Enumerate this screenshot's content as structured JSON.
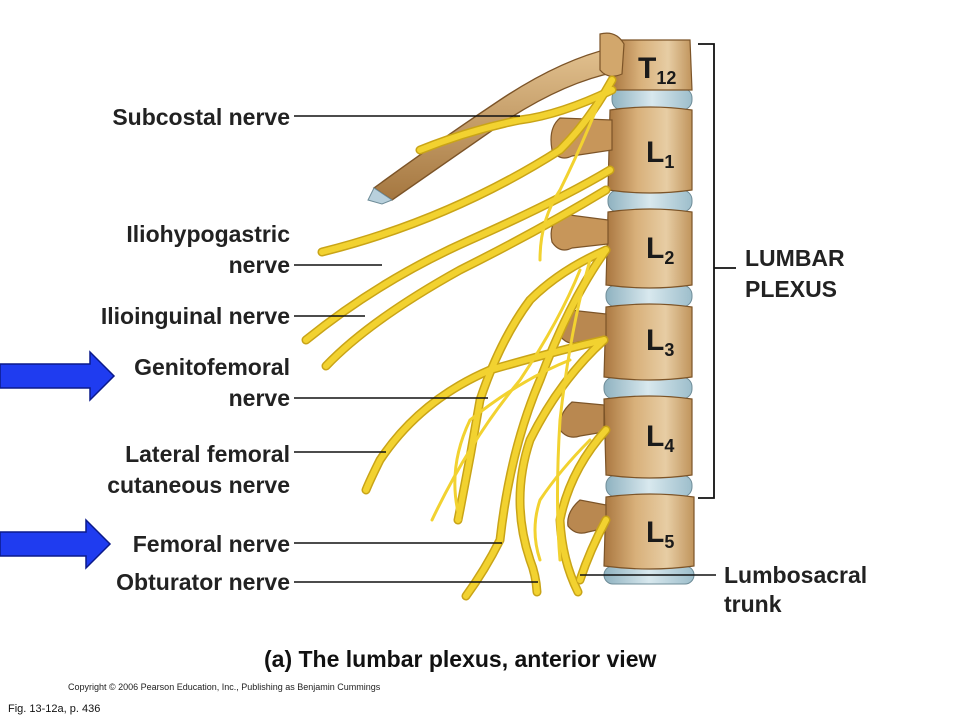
{
  "diagram": {
    "nerve_labels": {
      "subcostal": "Subcostal nerve",
      "iliohypogastric_1": "Iliohypogastric",
      "iliohypogastric_2": "nerve",
      "ilioinguinal": "Ilioinguinal nerve",
      "genitofemoral_1": "Genitofemoral",
      "genitofemoral_2": "nerve",
      "lateral_femoral_1": "Lateral femoral",
      "lateral_femoral_2": "cutaneous nerve",
      "femoral": "Femoral nerve",
      "obturator": "Obturator nerve",
      "lumbosacral_1": "Lumbosacral",
      "lumbosacral_2": "trunk"
    },
    "plexus_label": {
      "line1": "LUMBAR",
      "line2": "PLEXUS"
    },
    "vertebrae": [
      {
        "letter": "T",
        "number": "12"
      },
      {
        "letter": "L",
        "number": "1"
      },
      {
        "letter": "L",
        "number": "2"
      },
      {
        "letter": "L",
        "number": "3"
      },
      {
        "letter": "L",
        "number": "4"
      },
      {
        "letter": "L",
        "number": "5"
      }
    ],
    "caption": "(a)  The lumbar plexus, anterior view",
    "copyright": "Copyright © 2006 Pearson Education, Inc., Publishing as Benjamin Cummings",
    "figure_ref": "Fig. 13-12a,  p. 436",
    "colors": {
      "arrow_fill": "#1f3cf0",
      "arrow_stroke": "#0b1a8a",
      "nerve": "#f2d230",
      "bone": "#c89a62",
      "disc": "#b9d3dc"
    }
  }
}
